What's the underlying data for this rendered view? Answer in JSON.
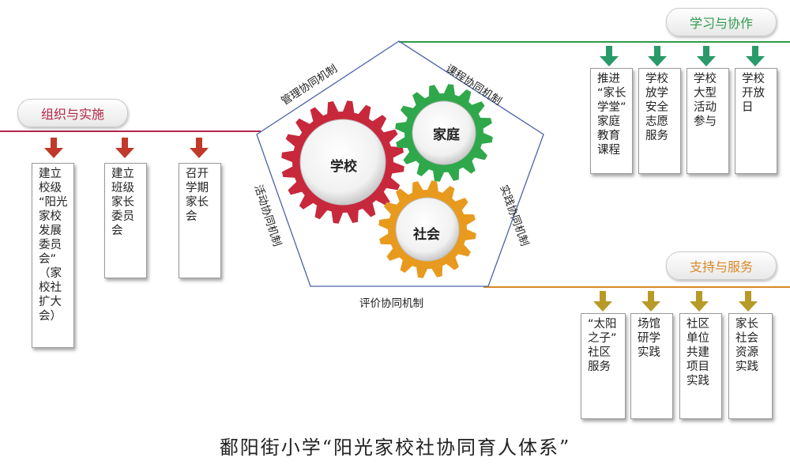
{
  "colors": {
    "left": "#b5264a",
    "top_right": "#2f9a4c",
    "bottom_right": "#d8892a",
    "arrow_red": "#c0392b",
    "arrow_green": "#2a9a6a",
    "arrow_gold": "#b89a28",
    "gear_school": "#c8283c",
    "gear_family": "#2fa84b",
    "gear_community": "#e89a1e",
    "frame": "#4a63a8"
  },
  "sections": {
    "left": {
      "title": "组织与实施",
      "items": [
        "建立\n校级\n“阳光\n家校\n发展\n委员\n会”\n（家\n校社\n扩大\n会）",
        "建立\n班级\n家长\n委员\n会",
        "召开\n学期\n家长\n会"
      ]
    },
    "top_right": {
      "title": "学习与协作",
      "items": [
        "推进\n“家长\n学堂”\n家庭\n教育\n课程",
        "学校\n放学\n安全\n志愿\n服务",
        "学校\n大型\n活动\n参与",
        "学校\n开放\n日"
      ]
    },
    "bottom_right": {
      "title": "支持与服务",
      "items": [
        "“太阳\n之子”\n社区\n服务",
        "场馆\n研学\n实践",
        "社区\n单位\n共建\n项目\n实践",
        "家长\n社会\n资源\n实践"
      ]
    }
  },
  "gears": {
    "school": "学校",
    "family": "家庭",
    "community": "社会"
  },
  "mechanisms": {
    "management": "管理协同机制",
    "curriculum": "课程协同机制",
    "practice": "实践协同机制",
    "evaluation": "评价协同机制",
    "activity": "活动协同机制"
  },
  "caption": "鄱阳街小学“阳光家校社协同育人体系”"
}
